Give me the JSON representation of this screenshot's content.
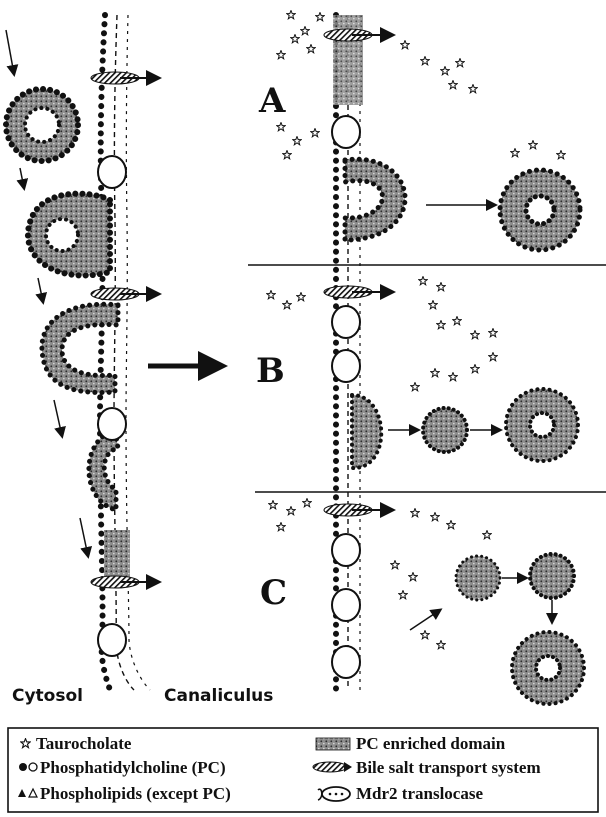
{
  "panels": {
    "a": "A",
    "b": "B",
    "c": "C"
  },
  "sides": {
    "left": "Cytosol",
    "right": "Canaliculus"
  },
  "legend": {
    "taurocholate": "Taurocholate",
    "pc": "Phosphatidylcholine (PC)",
    "phospholipids": "Phospholipids (except PC)",
    "pc_domain": "PC enriched domain",
    "bile_salt": "Bile salt transport system",
    "mdr2": "Mdr2 translocase"
  },
  "colors": {
    "ink": "#111111",
    "domain_fill": "#9a9a9a",
    "background": "#ffffff"
  }
}
